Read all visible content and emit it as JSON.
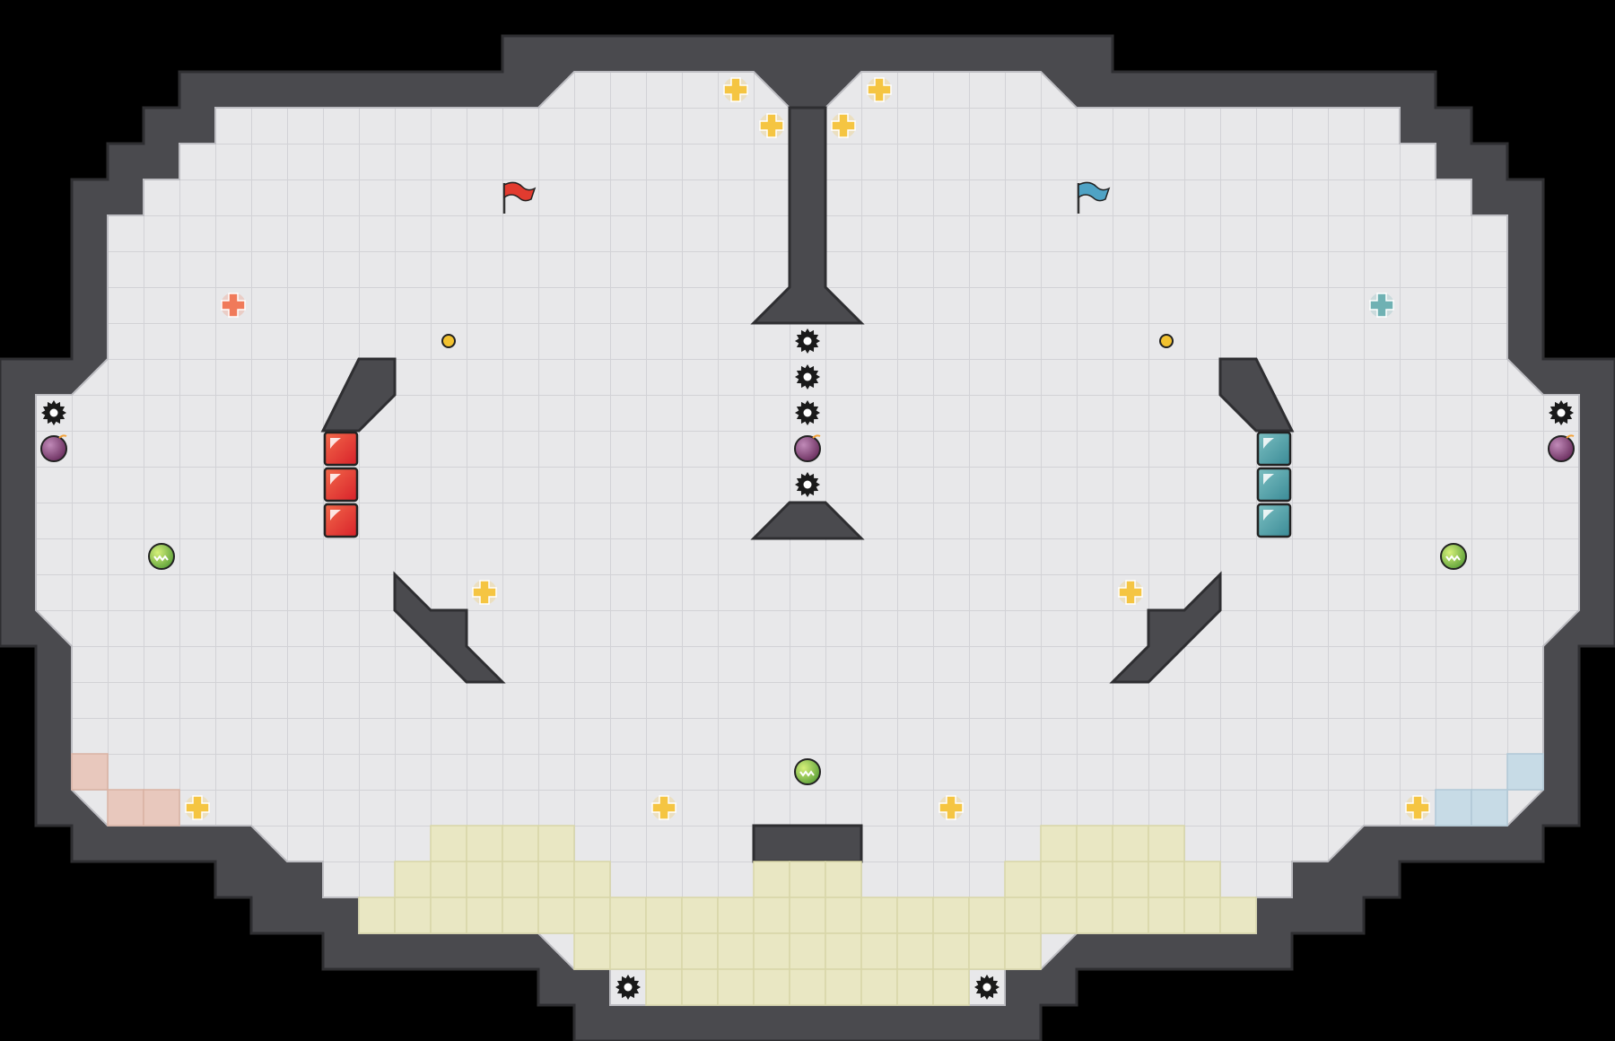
{
  "map": {
    "name": "",
    "colors": {
      "background": "#000000",
      "wall": "#4a4a4e",
      "wall_edge": "#2e2e31",
      "floor": "#e8e8ea",
      "grid": "#d4d4d8",
      "red_team": "#e23b2f",
      "blue_team": "#4fa3a5",
      "red_endzone": "#e8c8bd",
      "blue_endzone": "#c7dbe6",
      "neutral_zone": "#e9e7c3",
      "boost": "#f5c542",
      "red_boost": "#f07a5a",
      "blue_boost": "#6fb1b3",
      "spike": "#1a1a1a",
      "bomb": "#8b4a7a",
      "powerup": "#8cc63f",
      "button": "#f2c230"
    },
    "entities": [
      {
        "type": "red-flag",
        "icon": "flag-icon"
      },
      {
        "type": "blue-flag",
        "icon": "flag-icon"
      },
      {
        "type": "red-gates",
        "icon": "gate-block-icon",
        "count": 3
      },
      {
        "type": "blue-gates",
        "icon": "gate-block-icon",
        "count": 3
      },
      {
        "type": "neutral-boosts",
        "icon": "boost-icon",
        "count": 10
      },
      {
        "type": "red-boost",
        "icon": "boost-icon",
        "count": 1
      },
      {
        "type": "blue-boost",
        "icon": "boost-icon",
        "count": 1
      },
      {
        "type": "spikes",
        "icon": "spike-icon",
        "count": 8
      },
      {
        "type": "bombs",
        "icon": "bomb-icon",
        "count": 3
      },
      {
        "type": "powerups",
        "icon": "powerup-icon",
        "count": 3
      },
      {
        "type": "buttons",
        "icon": "button-icon",
        "count": 2
      }
    ]
  }
}
